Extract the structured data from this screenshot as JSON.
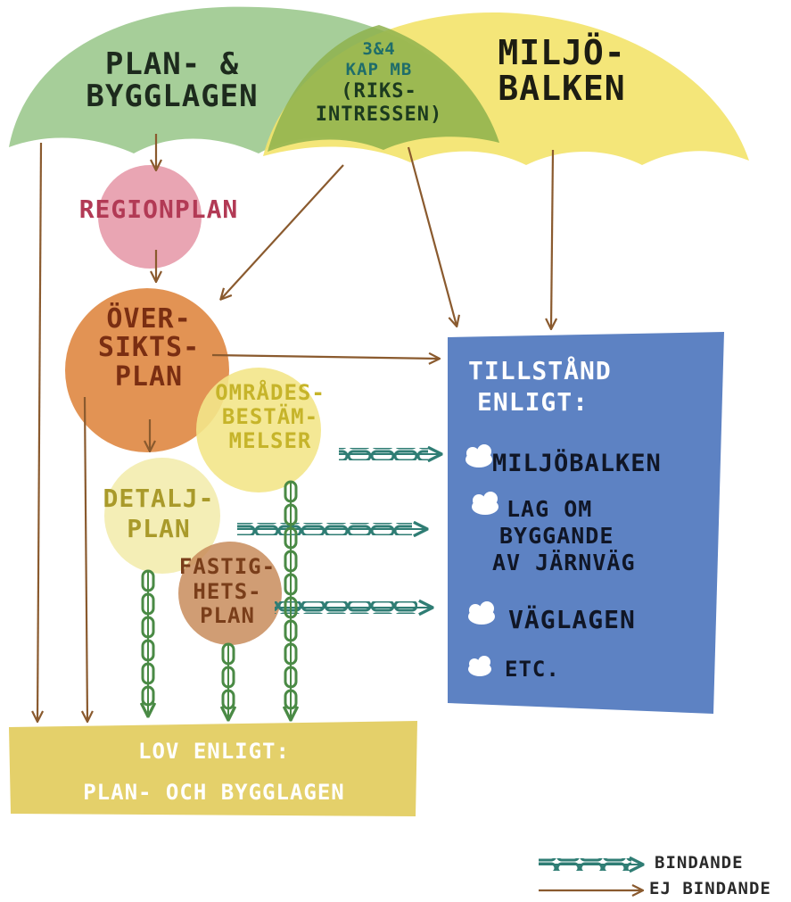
{
  "umbrellas": {
    "pbl": [
      "PLAN- &",
      "BYGGLAGEN"
    ],
    "mb": [
      "MILJÖ-",
      "BALKEN"
    ],
    "overlap": [
      "3&4",
      "KAP MB",
      "(RIKS-",
      "INTRESSEN)"
    ]
  },
  "plans": {
    "regionplan": [
      "REGIONPLAN"
    ],
    "oversiktsplan": [
      "ÖVER-",
      "SIKTS-",
      "PLAN"
    ],
    "omradesbestammelser": [
      "OMRÅDES-",
      "BESTÄM-",
      "MELSER"
    ],
    "detaljplan": [
      "DETALJ-",
      "PLAN"
    ],
    "fastighetsplan": [
      "FASTIG-",
      "HETS-",
      "PLAN"
    ]
  },
  "tillstand": {
    "title": [
      "TILLSTÅND",
      "ENLIGT:"
    ],
    "items": [
      [
        "MILJÖBALKEN"
      ],
      [
        "LAG OM",
        "BYGGANDE",
        "AV JÄRNVÄG"
      ],
      [
        "VÄGLAGEN"
      ],
      [
        "ETC."
      ]
    ]
  },
  "lov": [
    "LOV ENLIGT:",
    "PLAN- OCH BYGGLAGEN"
  ],
  "legend": {
    "binding": "BINDANDE",
    "nonbinding": "EJ BINDANDE"
  },
  "colors": {
    "pbl_umbrella": "#9cc98e",
    "mb_umbrella": "#f3e36a",
    "overlap": "#8eb24e",
    "regionplan": "#e79bab",
    "oversiktsplan": "#e08a45",
    "omradesbestammelser": "#f3e58a",
    "detaljplan": "#f3ecae",
    "fastighetsplan": "#c88c5c",
    "tillstand_box": "#5d82c3",
    "lov_box": "#e4d06a",
    "chain_teal": "#2f7d74",
    "chain_green": "#4a8a45",
    "arrow_brown": "#8a5a2e"
  },
  "icons": {
    "bullet": "cloud-icon"
  }
}
